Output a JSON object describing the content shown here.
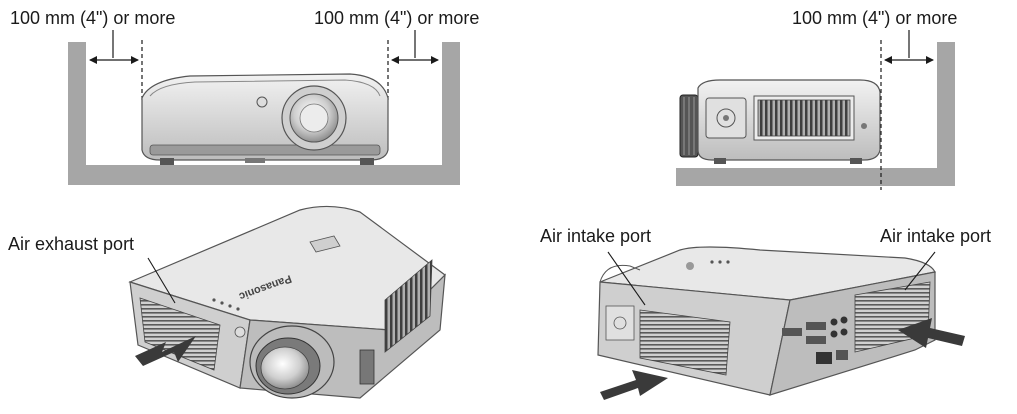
{
  "clearance": {
    "front_left": "100 mm  (4\") or more",
    "front_right": "100 mm  (4\") or more",
    "side_right": "100 mm  (4\") or more"
  },
  "ports": {
    "exhaust": "Air exhaust port",
    "intake_left": "Air intake port",
    "intake_right": "Air intake port"
  },
  "brand_logo": "Panasonic",
  "colors": {
    "wall": "#a6a6a6",
    "body_light": "#e6e6e6",
    "body_mid": "#c8c8c8",
    "body_dark": "#8c8c8c",
    "arrow": "#3a3a3a",
    "line": "#1a1a1a"
  }
}
